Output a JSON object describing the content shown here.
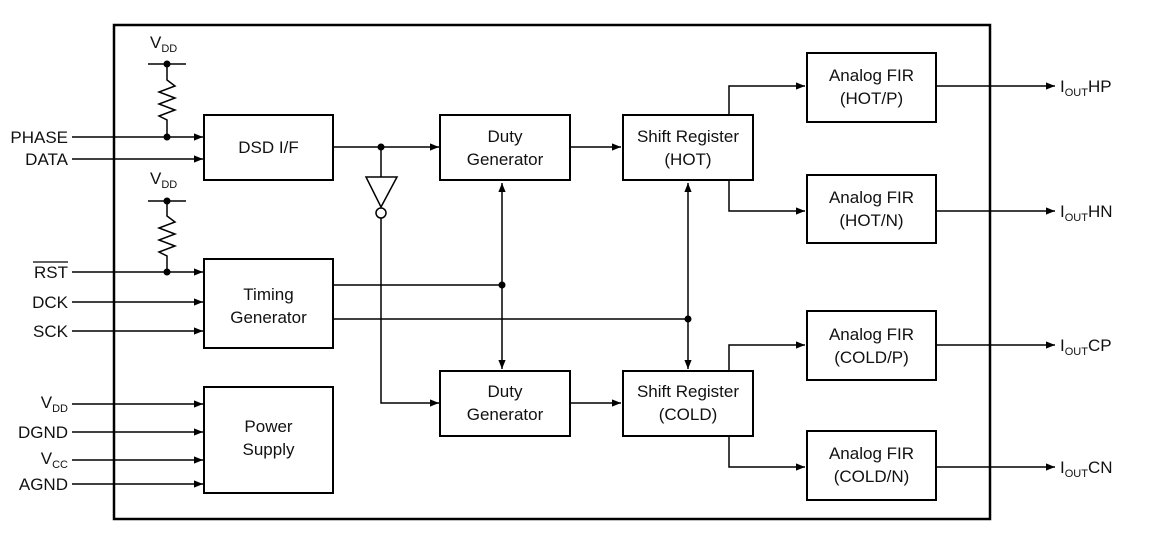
{
  "inputs": {
    "phase": "PHASE",
    "data": "DATA",
    "rst": "RST",
    "dck": "DCK",
    "sck": "SCK",
    "vdd": {
      "main": "V",
      "sub": "DD"
    },
    "dgnd": "DGND",
    "vcc": {
      "main": "V",
      "sub": "CC"
    },
    "agnd": "AGND"
  },
  "pullups": {
    "top": {
      "main": "V",
      "sub": "DD"
    },
    "bottom": {
      "main": "V",
      "sub": "DD"
    }
  },
  "blocks": {
    "dsd_if": [
      "DSD I/F"
    ],
    "timing_generator": [
      "Timing",
      "Generator"
    ],
    "power_supply": [
      "Power",
      "Supply"
    ],
    "duty_generator_top": [
      "Duty",
      "Generator"
    ],
    "duty_generator_bottom": [
      "Duty",
      "Generator"
    ],
    "shift_register_hot": [
      "Shift Register",
      "(HOT)"
    ],
    "shift_register_cold": [
      "Shift Register",
      "(COLD)"
    ],
    "analog_fir_hot_p": [
      "Analog FIR",
      "(HOT/P)"
    ],
    "analog_fir_hot_n": [
      "Analog FIR",
      "(HOT/N)"
    ],
    "analog_fir_cold_p": [
      "Analog FIR",
      "(COLD/P)"
    ],
    "analog_fir_cold_n": [
      "Analog FIR",
      "(COLD/N)"
    ]
  },
  "outputs": {
    "hp": {
      "main": "I",
      "sub": "OUT",
      "suffix": "HP"
    },
    "hn": {
      "main": "I",
      "sub": "OUT",
      "suffix": "HN"
    },
    "cp": {
      "main": "I",
      "sub": "OUT",
      "suffix": "CP"
    },
    "cn": {
      "main": "I",
      "sub": "OUT",
      "suffix": "CN"
    }
  }
}
